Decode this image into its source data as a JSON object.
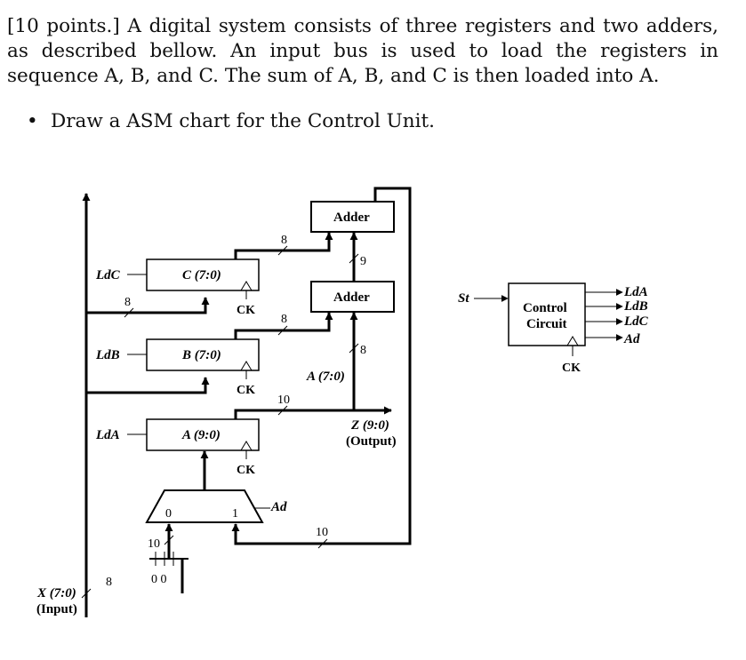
{
  "problem": {
    "text": "[10 points.] A digital system consists of three registers and two adders, as described bellow. An input bus is used to load the registers in sequence A, B, and C. The sum of A, B, and C is then loaded into A.",
    "bullet": "Draw a ASM chart for the Control Unit."
  },
  "diagram": {
    "adder_top": "Adder",
    "adder_mid": "Adder",
    "reg_c": "C (7:0)",
    "reg_b": "B (7:0)",
    "reg_a": "A (9:0)",
    "ldc": "LdC",
    "ldb": "LdB",
    "lda": "LdA",
    "ck": "CK",
    "bus_width_8": "8",
    "width_9": "9",
    "width_10": "10",
    "mux_in0": "0",
    "mux_in1": "1",
    "ad": "Ad",
    "zeros": "0 0",
    "a_tap": "A (7:0)",
    "z_out": "Z (9:0)",
    "z_out_sub": "(Output)",
    "x_in": "X (7:0)",
    "x_in_sub": "(Input)",
    "st": "St",
    "control_line1": "Control",
    "control_line2": "Circuit",
    "out_lda": "LdA",
    "out_ldb": "LdB",
    "out_ldc": "LdC",
    "out_ad": "Ad"
  }
}
